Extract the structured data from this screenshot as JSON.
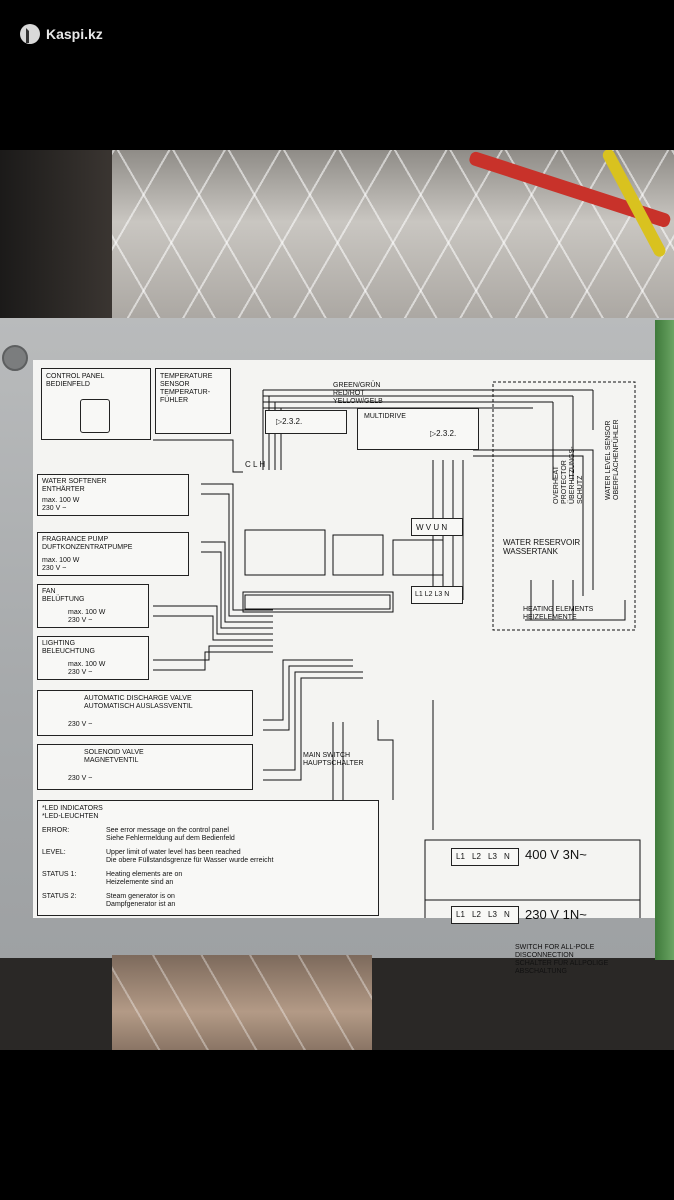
{
  "app": {
    "brand": "Kaspi.kz"
  },
  "diagram": {
    "control_panel": "CONTROL PANEL\nBEDIENFELD",
    "temp_sensor": "TEMPERATURE\nSENSOR\nTEMPERATUR-\nFÜHLER",
    "wire_green": "GREEN/GRÜN",
    "wire_red": "RED/ROT",
    "wire_yellow": "YELLOW/GELB",
    "ref_a": "▷2.3.2.",
    "multidrive": "MULTIDRIVE",
    "ref_b": "▷2.3.2.",
    "clh": "C L H",
    "overheat": "OVERHEAT\nPROTECTOR\nÜBERHITZUNGS-\nSCHUTZ",
    "water_level": "WATER LEVEL SENSOR\nOBERFLÄCHENFÜHLER",
    "water_softener": "WATER SOFTENER\nENTHÄRTER",
    "water_softener_spec": "max. 100 W\n230 V ~",
    "fragrance": "FRAGRANCE PUMP\nDUFTKONZENTRATPUMPE",
    "fragrance_spec": "max. 100 W\n230 V ~",
    "fan": "FAN\nBELÜFTUNG",
    "fan_spec": "max. 100 W\n230 V ~",
    "lighting": "LIGHTING\nBELEUCHTUNG",
    "lighting_spec": "max. 100 W\n230 V ~",
    "discharge": "AUTOMATIC DISCHARGE VALVE\nAUTOMATISCH AUSLASSVENTIL",
    "discharge_spec": "230 V ~",
    "solenoid": "SOLENOID VALVE\nMAGNETVENTIL",
    "solenoid_spec": "230 V ~",
    "wvun": "W V U N",
    "reservoir": "WATER RESERVOIR\nWASSERTANK",
    "l123n": "L1 L2 L3 N",
    "heating": "HEATING ELEMENTS\nHEIZELEMENTE",
    "main_switch": "MAIN SWITCH\nHAUPTSCHALTER",
    "v400": "400 V 3N~",
    "v230": "230 V 1N~",
    "allpole": "SWITCH FOR ALL-POLE\nDISCONNECTION\nSCHALTER FÜR ALLPOLIGE\nABSCHALTUNG",
    "l_letter": "L",
    "n_letter": "N",
    "l1": "L1",
    "l2": "L2",
    "l3": "L3",
    "n": "N",
    "led_title": "*LED INDICATORS\n*LED-LEUCHTEN",
    "led_rows": [
      {
        "key": "ERROR:",
        "text": "See error message on the control panel\nSiehe Fehlermeldung auf dem Bedienfeld"
      },
      {
        "key": "LEVEL:",
        "text": "Upper limit of water level has been reached\nDie obere Füllstandsgrenze für Wasser wurde erreicht"
      },
      {
        "key": "STATUS 1:",
        "text": "Heating elements are on\nHeizelemente sind an"
      },
      {
        "key": "STATUS 2:",
        "text": "Steam generator is on\nDampfgenerator ist an"
      }
    ]
  }
}
